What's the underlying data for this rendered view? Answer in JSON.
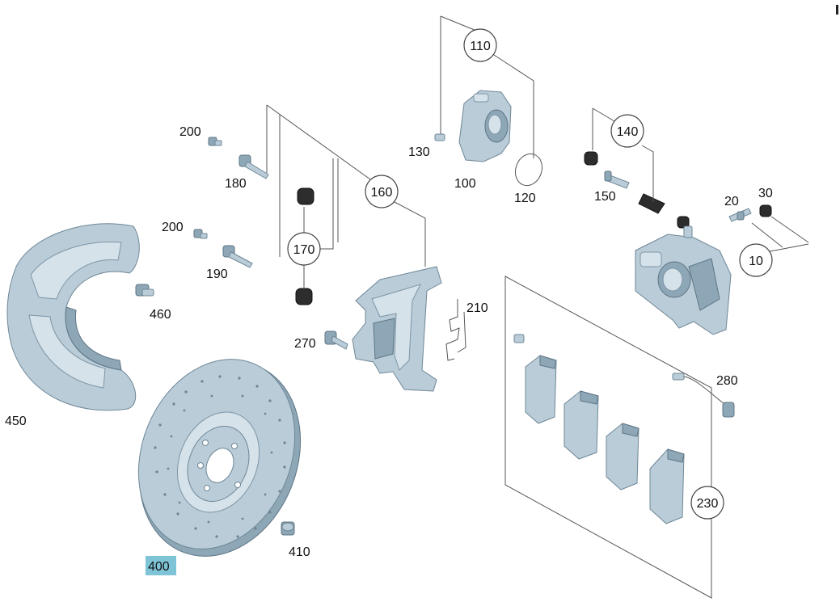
{
  "diagram": {
    "callouts": [
      {
        "id": "p10",
        "label": "10",
        "circled": true
      },
      {
        "id": "p20",
        "label": "20",
        "circled": false
      },
      {
        "id": "p30",
        "label": "30",
        "circled": false
      },
      {
        "id": "p100",
        "label": "100",
        "circled": false
      },
      {
        "id": "p110",
        "label": "110",
        "circled": true
      },
      {
        "id": "p120",
        "label": "120",
        "circled": false
      },
      {
        "id": "p130",
        "label": "130",
        "circled": false
      },
      {
        "id": "p140",
        "label": "140",
        "circled": true
      },
      {
        "id": "p150",
        "label": "150",
        "circled": false
      },
      {
        "id": "p160",
        "label": "160",
        "circled": true
      },
      {
        "id": "p170",
        "label": "170",
        "circled": true
      },
      {
        "id": "p180",
        "label": "180",
        "circled": false
      },
      {
        "id": "p190",
        "label": "190",
        "circled": false
      },
      {
        "id": "p200a",
        "label": "200",
        "circled": false
      },
      {
        "id": "p200b",
        "label": "200",
        "circled": false
      },
      {
        "id": "p210",
        "label": "210",
        "circled": false
      },
      {
        "id": "p230",
        "label": "230",
        "circled": true
      },
      {
        "id": "p270",
        "label": "270",
        "circled": false
      },
      {
        "id": "p280",
        "label": "280",
        "circled": false
      },
      {
        "id": "p400",
        "label": "400",
        "circled": false,
        "highlighted": true
      },
      {
        "id": "p410",
        "label": "410",
        "circled": false
      },
      {
        "id": "p450",
        "label": "450",
        "circled": false
      },
      {
        "id": "p460",
        "label": "460",
        "circled": false
      }
    ],
    "colors": {
      "part_fill": "#b9ccd8",
      "part_outline": "#6f8797",
      "rubber": "#2d2d2d",
      "highlight": "#7ec3d6"
    }
  }
}
